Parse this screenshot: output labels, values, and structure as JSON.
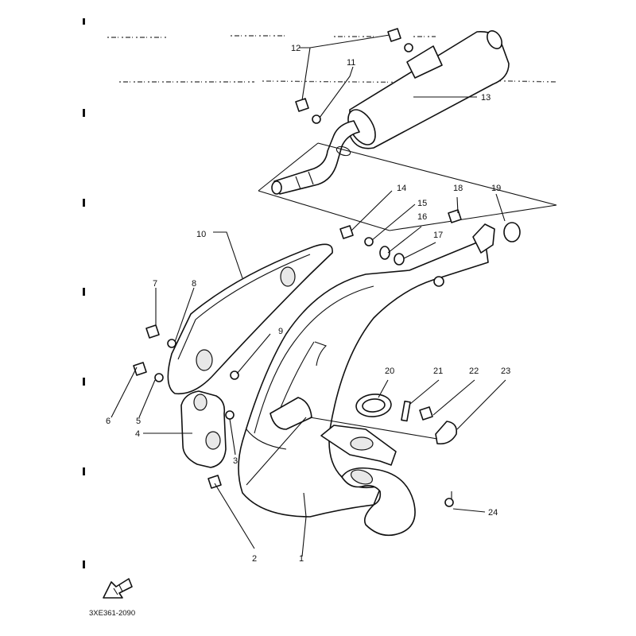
{
  "figure": {
    "reference_code": "3XE361-2090",
    "callouts": [
      "1",
      "2",
      "3",
      "4",
      "5",
      "6",
      "7",
      "8",
      "9",
      "10",
      "11",
      "12",
      "13",
      "14",
      "15",
      "16",
      "17",
      "18",
      "19",
      "20",
      "21",
      "22",
      "23",
      "24"
    ]
  },
  "icons": {
    "front_arrow": "front-direction-arrow-icon"
  }
}
